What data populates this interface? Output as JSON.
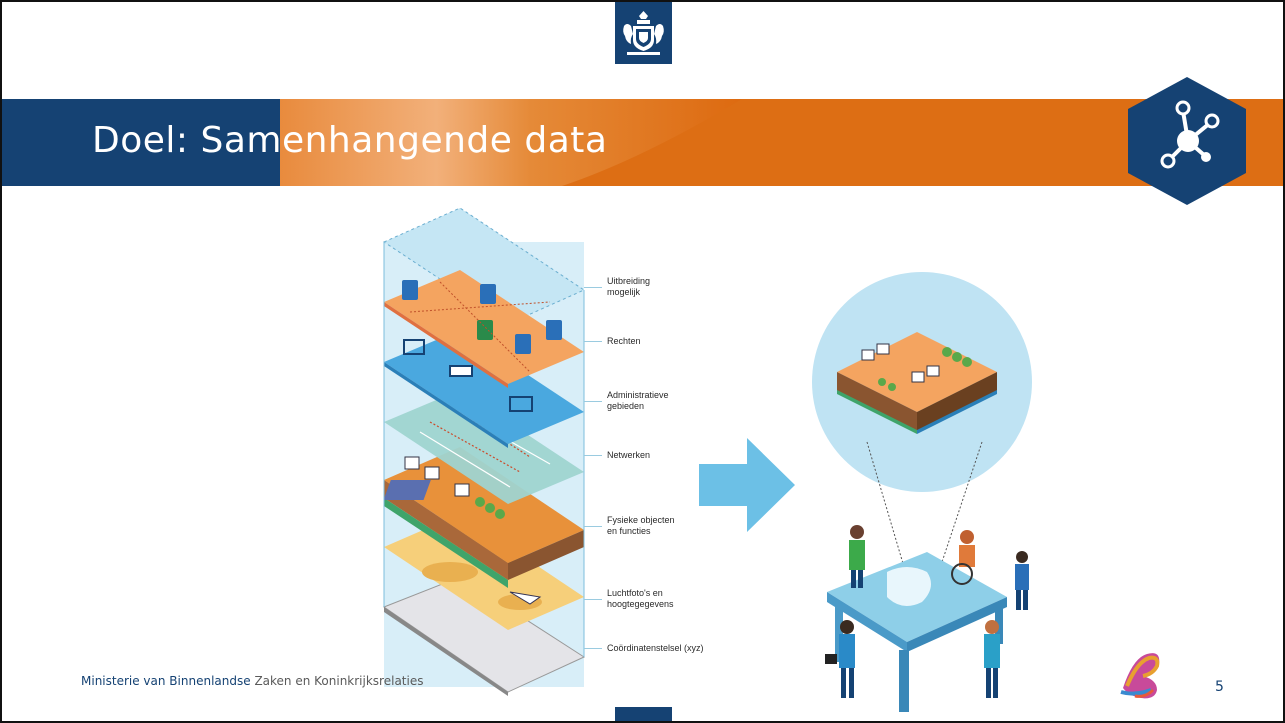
{
  "slide": {
    "title": "Doel: Samenhangende data",
    "page_number": "5",
    "footer": {
      "org_main": "Ministerie van Binnenlandse",
      "org_rest": " Zaken en Koninkrijksrelaties"
    }
  },
  "layers": {
    "labels": [
      {
        "line1": "Uitbreiding",
        "line2": "mogelijk"
      },
      {
        "line1": "Rechten",
        "line2": ""
      },
      {
        "line1": "Administratieve",
        "line2": "gebieden"
      },
      {
        "line1": "Netwerken",
        "line2": ""
      },
      {
        "line1": "Fysieke objecten",
        "line2": "en functies"
      },
      {
        "line1": "Luchtfoto's en",
        "line2": "hoogtegegevens"
      },
      {
        "line1": "Coördinatenstelsel (xyz)",
        "line2": ""
      }
    ]
  },
  "colors": {
    "brand_blue": "#154273",
    "banner_orange": "#e07a1f",
    "banner_light": "#f0b57e",
    "hex_blue": "#154273",
    "layer_orange": "#f4a460",
    "layer_blue": "#8ecfe8",
    "arrow": "#6cc0e6"
  },
  "icons": {
    "coat_of_arms": "coat-of-arms-icon",
    "network_hex": "network-hex-icon",
    "sticker": "logo-sticker-icon"
  }
}
